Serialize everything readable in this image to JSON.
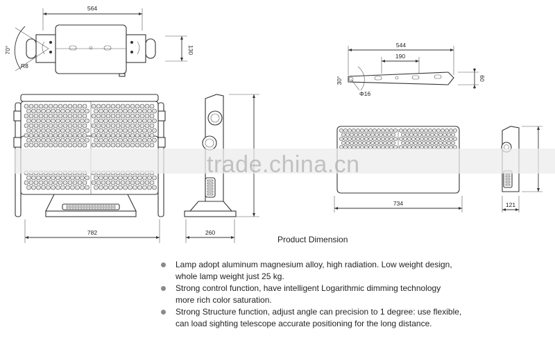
{
  "dimensions": {
    "top_width": "564",
    "top_height": "130",
    "top_angle": "70°",
    "top_radius": "R8",
    "front_width": "782",
    "side_depth": "260",
    "bracket_width": "544",
    "bracket_spacing": "190",
    "bracket_height": "60",
    "bracket_angle": "30°",
    "bracket_hole": "Φ16",
    "small_width": "734",
    "small_depth": "121"
  },
  "watermark": "trade.china.cn",
  "title": "Product Dimension",
  "features": [
    {
      "line1": "Lamp adopt aluminum magnesium alloy, high radiation. Low weight design,",
      "line2": "whole lamp weight just 25 kg."
    },
    {
      "line1": "Strong control function, have intelligent Logarithmic dimming technology",
      "line2": "more rich color saturation."
    },
    {
      "line1": "Strong Structure function, adjust angle can precision to 1 degree: use flexible,",
      "line2": "can load sighting telescope accurate positioning for the long distance."
    }
  ],
  "colors": {
    "line": "#333333",
    "led_fill": "#e6e6e6",
    "bullet": "#8a8a8a"
  }
}
